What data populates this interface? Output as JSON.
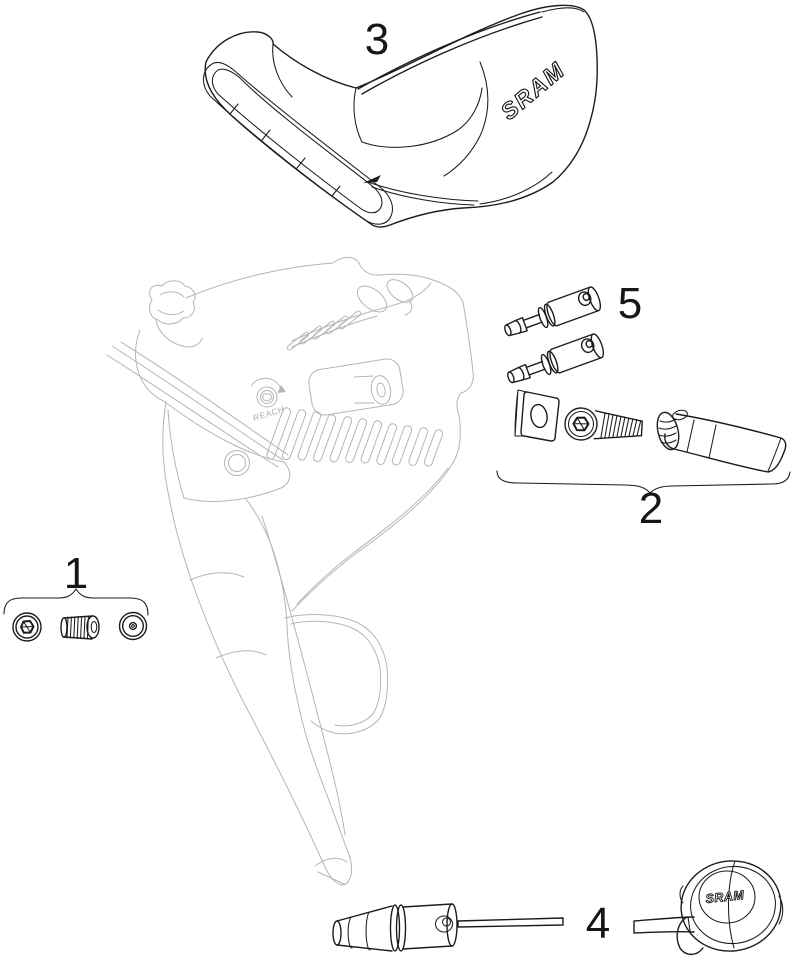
{
  "part_labels": {
    "small_parts_kit": "1",
    "clamp_kit": "2",
    "hood_cover": "3",
    "bleed_kit": "4",
    "barb_fittings": "5"
  },
  "brand_logos": {
    "hood": "SRAM",
    "cap": "SRAM"
  },
  "body": {
    "reach_label": "REACH"
  },
  "colors": {
    "background": "#ffffff",
    "part_line": "#1c1c1c",
    "body_line": "#b5b5b5",
    "label": "#161616"
  }
}
